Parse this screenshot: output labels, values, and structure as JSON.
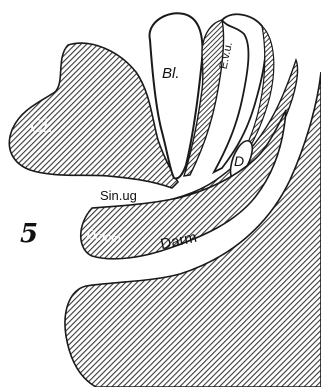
{
  "figure": {
    "number": "5",
    "labels": {
      "cl": "Cl.",
      "bl": "Bl.",
      "evu": "E.v.u.",
      "d": "D",
      "sin_ug": "Sin.ug",
      "damm": "Damm",
      "darm": "Darm"
    }
  },
  "colors": {
    "hatch_fill": "#8a8a8a",
    "ink": "#1a1a1a",
    "paper": "#ffffff"
  }
}
